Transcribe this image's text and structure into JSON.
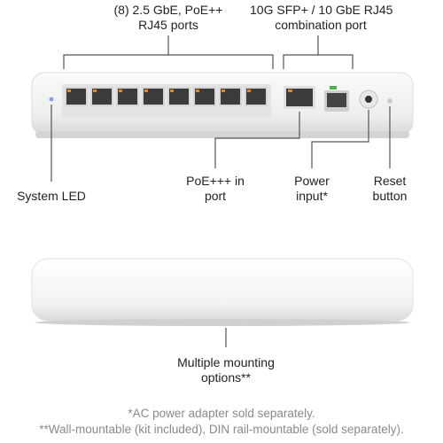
{
  "labels": {
    "ports_line1": "(8) 2.5 GbE, PoE++",
    "ports_line2": "RJ45 ports",
    "combo_line1": "10G SFP+ / 10 GbE RJ45",
    "combo_line2": "combination port",
    "system_led": "System LED",
    "poe_in_line1": "PoE+++ in",
    "poe_in_line2": "port",
    "power_line1": "Power",
    "power_line2": "input*",
    "reset_line1": "Reset",
    "reset_line2": "button",
    "mount_line1": "Multiple mounting",
    "mount_line2": "options**"
  },
  "footnotes": {
    "line1": "*AC power adapter sold separately.",
    "line2": "**Wall-mountable (kit included), DIN rail-mountable (sold separately)."
  },
  "colors": {
    "line": "#555555",
    "device_body": "#f4f4f4",
    "port_led": "#e8861a",
    "port_fill": "#3c3c3c",
    "footnote": "#8a8a8a"
  }
}
